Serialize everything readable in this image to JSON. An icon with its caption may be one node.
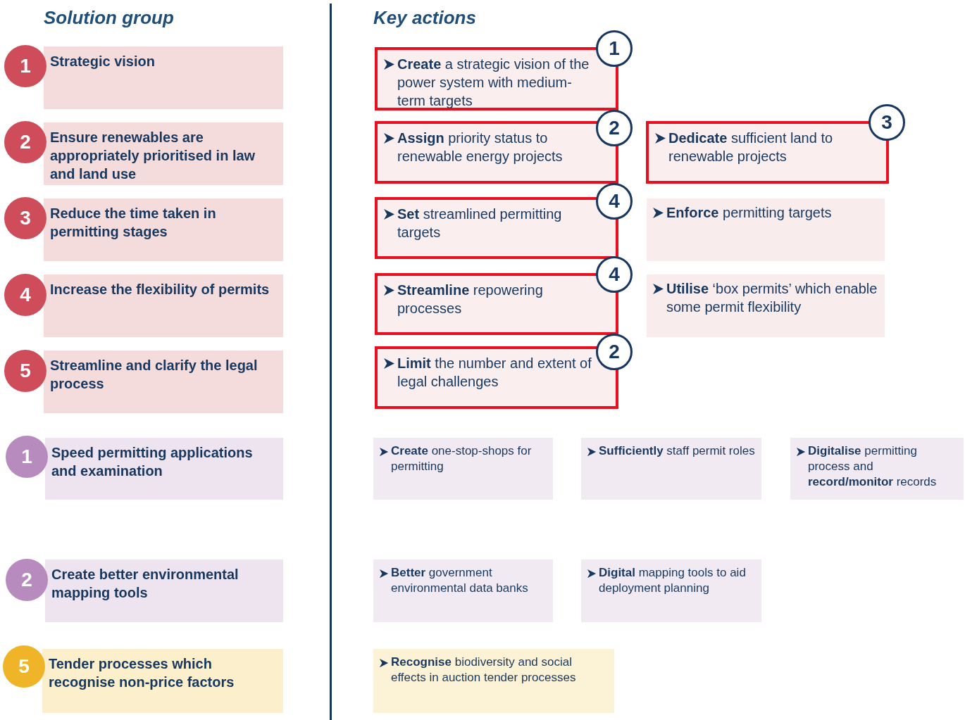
{
  "diagram": {
    "nodes": [
      {
        "text": [
          "1"
        ]
      },
      {
        "text": [
          "Strategic vision"
        ]
      },
      {
        "text": [
          "2"
        ]
      },
      {
        "text": [
          "Ensure renewables are appropriately prioritised in law and land use"
        ]
      },
      {
        "text": [
          "3"
        ]
      },
      {
        "text": [
          "Reduce the time taken in permitting stages"
        ]
      },
      {
        "text": [
          "4"
        ]
      },
      {
        "text": [
          "Increase the flexibility of permits"
        ]
      },
      {
        "text": [
          "5"
        ]
      },
      {
        "text": [
          "Streamline and clarify the legal process"
        ]
      },
      {
        "text": [
          "1"
        ]
      },
      {
        "text": [
          "Speed permitting applications and examination"
        ]
      },
      {
        "text": [
          "2"
        ]
      },
      {
        "text": [
          "Create better environmental mapping tools"
        ]
      },
      {
        "text": [
          "5"
        ]
      },
      {
        "text": [
          "Tender processes which recognise non-price factors"
        ]
      },
      {
        "text": [
          "**Create** a strategic vision of the power system with medium-term targets"
        ]
      },
      {
        "text": [
          "1"
        ]
      },
      {
        "text": [
          "**Assign** priority status to renewable energy projects"
        ]
      },
      {
        "text": [
          "2"
        ]
      },
      {
        "text": [
          "**Dedicate** sufficient land to renewable projects"
        ]
      },
      {
        "text": [
          "3"
        ]
      },
      {
        "text": [
          "**Set** streamlined permitting targets"
        ]
      },
      {
        "text": [
          "4"
        ]
      },
      {
        "text": [
          "**Enforce** permitting targets"
        ]
      },
      {
        "text": [
          "**Streamline** repowering processes"
        ]
      },
      {
        "text": [
          "4"
        ]
      },
      {
        "text": [
          "**Utilise** ‘box permits’ which enable some permit flexibility"
        ]
      },
      {
        "text": [
          "**Limit** the number and extent of legal challenges"
        ]
      },
      {
        "text": [
          "2"
        ]
      },
      {
        "text": [
          "**Create** one-stop-shops for permitting"
        ]
      },
      {
        "text": [
          "**Sufficiently** staff permit roles"
        ]
      },
      {
        "text": [
          "**Digitalise** permitting process and **record/monitor** records"
        ]
      },
      {
        "text": [
          "**Better** government environmental data banks"
        ]
      },
      {
        "text": [
          "**Digital** mapping tools to aid deployment planning"
        ]
      },
      {
        "text": [
          "**Recognise** biodiversity and social effects in auction tender processes"
        ]
      }
    ],
    "edges": [],
    "labels": [
      "Solution group",
      "Key actions"
    ]
  }
}
